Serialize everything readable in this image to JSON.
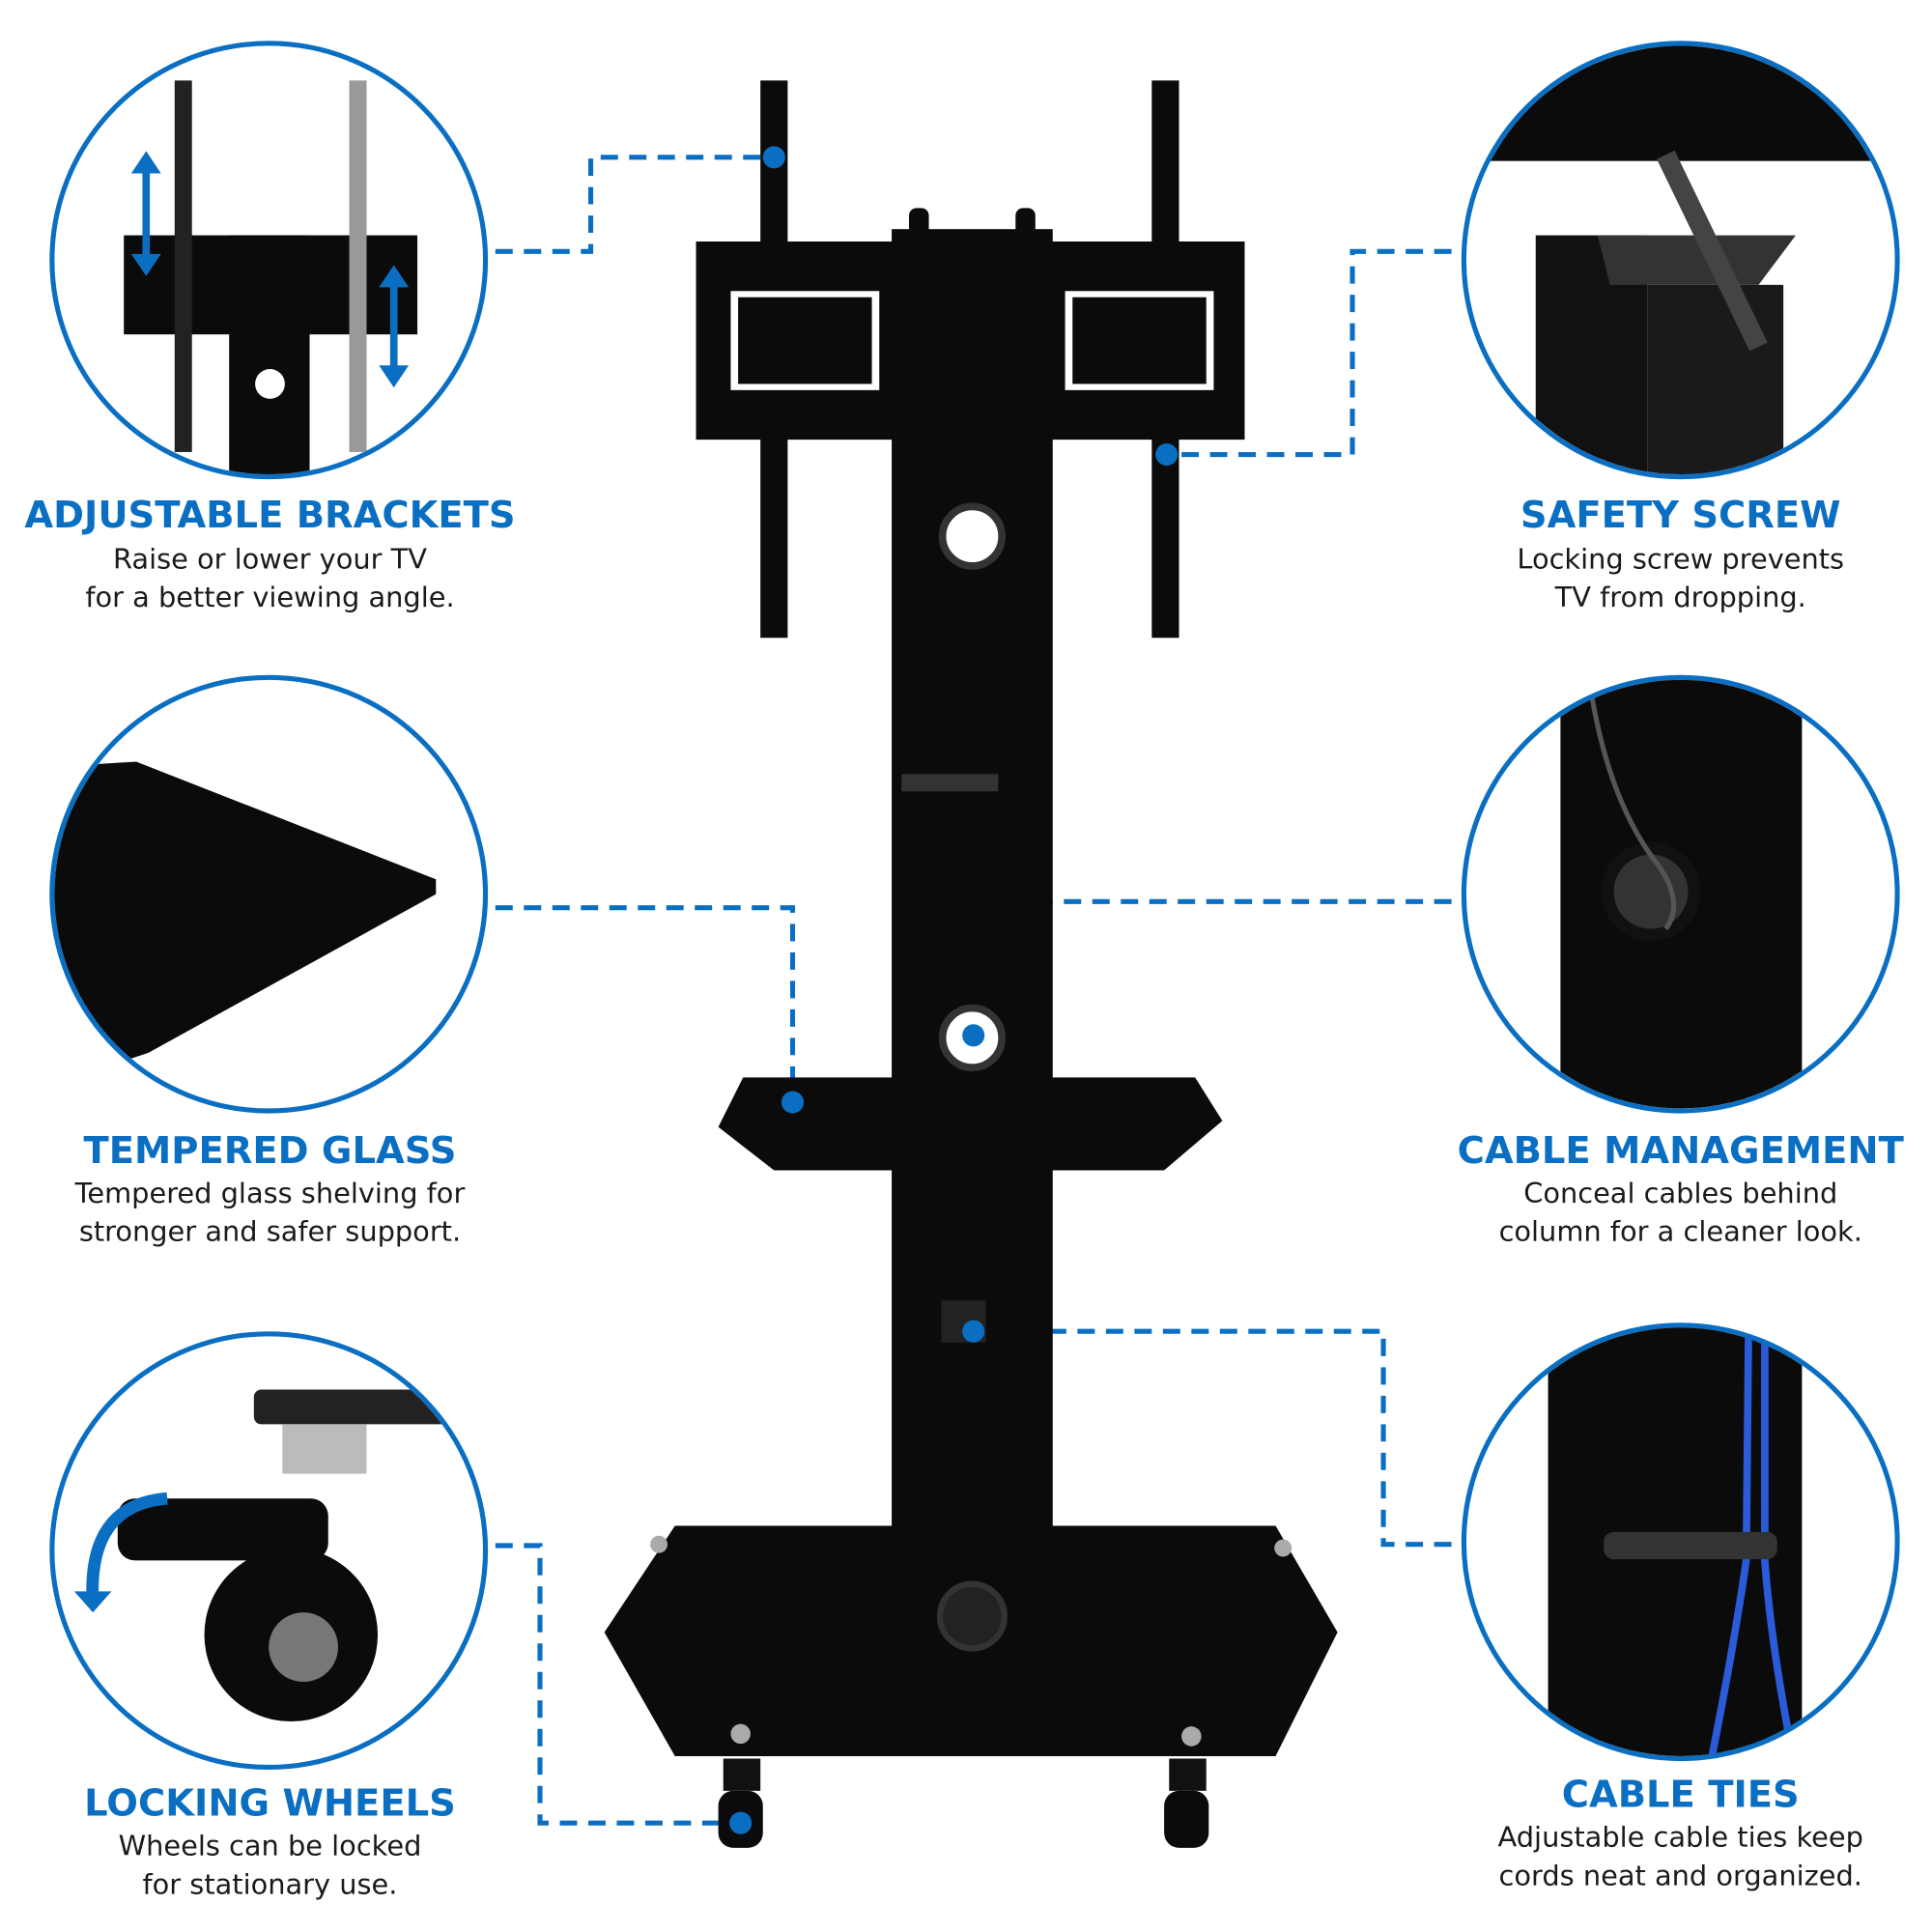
{
  "colors": {
    "accent": "#0a6fc2",
    "product": "#0b0b0b"
  },
  "features": [
    {
      "title": "ADJUSTABLE BRACKETS",
      "line1": "Raise or lower your TV",
      "line2": "for a better viewing angle."
    },
    {
      "title": "TEMPERED GLASS",
      "line1": "Tempered glass shelving for",
      "line2": "stronger and safer support."
    },
    {
      "title": "LOCKING WHEELS",
      "line1": "Wheels can be locked",
      "line2": "for stationary use."
    },
    {
      "title": "SAFETY SCREW",
      "line1": "Locking screw prevents",
      "line2": "TV from dropping."
    },
    {
      "title": "CABLE MANAGEMENT",
      "line1": "Conceal cables behind",
      "line2": "column for a cleaner look."
    },
    {
      "title": "CABLE TIES",
      "line1": "Adjustable cable ties keep",
      "line2": "cords neat and organized."
    }
  ]
}
